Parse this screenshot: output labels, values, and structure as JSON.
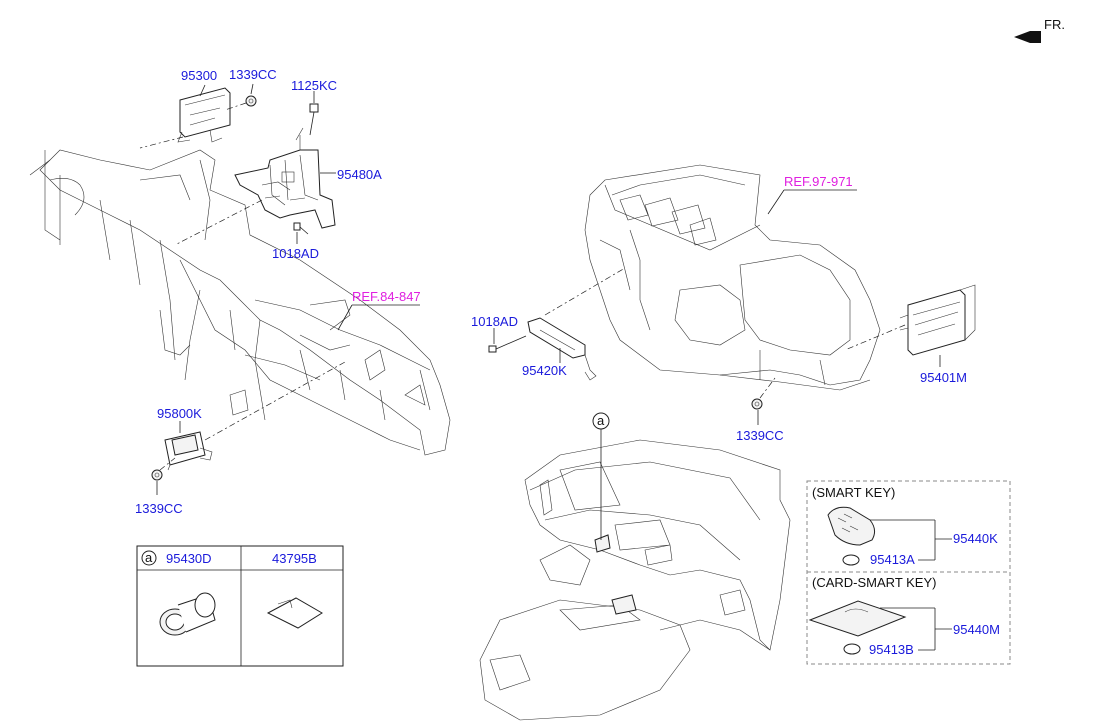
{
  "orientation": {
    "label": "FR."
  },
  "parts": {
    "p95300": "95300",
    "p1339cc_a": "1339CC",
    "p1125kc": "1125KC",
    "p95480a": "95480A",
    "p1018ad_a": "1018AD",
    "p1018ad_b": "1018AD",
    "p95420k": "95420K",
    "p95401m": "95401M",
    "p1339cc_b": "1339CC",
    "p95800k": "95800K",
    "p1339cc_c": "1339CC",
    "p95440k": "95440K",
    "p95413a": "95413A",
    "p95440m": "95440M",
    "p95413b": "95413B"
  },
  "refs": {
    "ref_hvac": "REF.97-971",
    "ref_crossmember": "REF.84-847"
  },
  "callout": {
    "letter": "a"
  },
  "legend_table": {
    "marker": "a",
    "col1": "95430D",
    "col2": "43795B"
  },
  "key_groups": {
    "smart_key_title": "(SMART KEY)",
    "card_key_title": "(CARD-SMART KEY)"
  },
  "colors": {
    "part_number": "#1a1adb",
    "reference": "#e020e0"
  }
}
